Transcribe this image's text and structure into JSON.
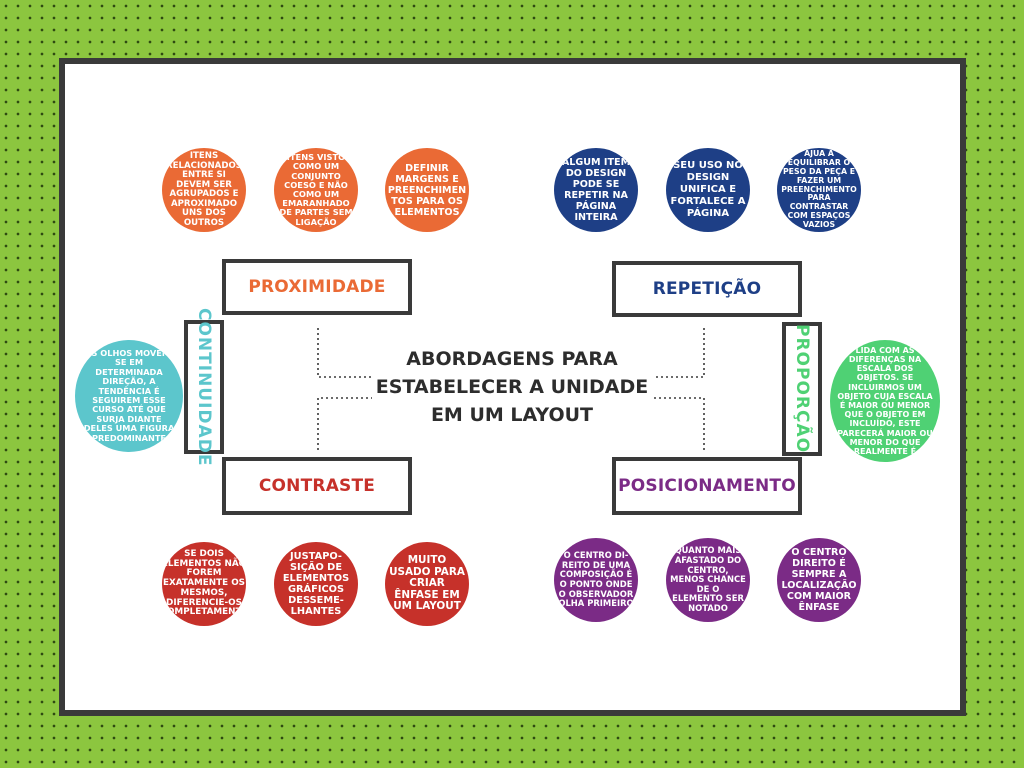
{
  "title": "ABORDAGENS PARA\nESTABELECER A UNIDADE\nEM UM LAYOUT",
  "colors": {
    "background": "#8cc63f",
    "proximidade": "#ea6a35",
    "repeticao": "#1e3f86",
    "contraste": "#c6312a",
    "posicionamento": "#7b2b86",
    "continuidade": "#5cc6cc",
    "proporcao": "#4fd174"
  },
  "labels": {
    "proximidade": "PROXIMIDADE",
    "repeticao": "REPETIÇÃO",
    "contraste": "CONTRASTE",
    "posicionamento": "POSICIONAMENTO",
    "continuidade": "CONTINUIDADE",
    "proporcao": "PROPORÇÃO"
  },
  "proximidade_items": [
    "ITENS RELACIONADOS ENTRE SI DEVEM SER AGRUPADOS E APROXIMADO UNS DOS OUTROS",
    "ITENS VISTO COMO UM CONJUNTO COESO E NÃO COMO UM EMARANHADO DE PARTES SEM LIGAÇÃO",
    "DEFINIR MARGENS E PREENCHIMEN TOS PARA OS ELEMENTOS"
  ],
  "repeticao_items": [
    "ALGUM ITEM DO DESIGN PODE SE REPETIR NA PÁGINA INTEIRA",
    "SEU USO NO DESIGN UNIFICA E FORTALECE A PÁGINA",
    "AJUA A EQUILIBRAR O PESO DA PEÇA E FAZER UM PREENCHIMENTO PARA CONTRASTAR COM ESPAÇOS VAZIOS"
  ],
  "contraste_items": [
    "SE DOIS ELEMENTOS NÃO FOREM EXATAMENTE OS MESMOS, DIFERENCIE-OS COMPLETAMENTE",
    "JUSTAPO-SIÇÃO DE ELEMENTOS GRÁFICOS DESSEME-LHANTES",
    "MUITO USADO PARA CRIAR ÊNFASE EM UM LAYOUT"
  ],
  "posicionamento_items": [
    "O CENTRO DI-REITO DE UMA COMPOSIÇÃO É O PONTO ONDE O OBSERVADOR OLHA PRIMEIRO",
    "QUANTO MAIS AFASTADO DO CENTRO, MENOS CHANCE DE O ELEMENTO SER NOTADO",
    "O CENTRO DIREITO É SEMPRE A LOCALIZAÇÃO COM MAIOR ÊNFASE"
  ],
  "continuidade_text": "OS OLHOS MOVEM-SE EM DETERMINADA DIREÇÃO, A TENDÊNCIA É SEGUIREM ESSE CURSO ATÉ QUE SURJA DIANTE DELES UMA FIGURA PREDOMINANTE",
  "proporcao_text": "LIDA COM AS DIFERENÇAS NA ESCALA DOS OBJETOS. SE INCLUIRMOS UM OBJETO CUJA ESCALA É MAIOR OU MENOR QUE O OBJETO EM INCLUÍDO, ESTE PARECERÁ MAIOR OU MENOR DO QUE REALMENTE É"
}
